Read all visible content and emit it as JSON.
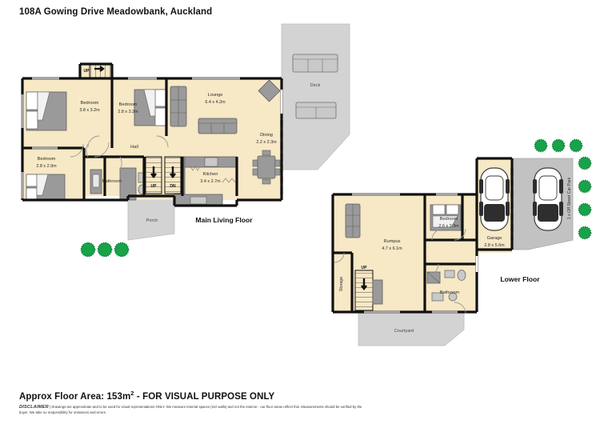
{
  "title": "108A Gowing Drive Meadowbank, Auckland",
  "footer": {
    "area_prefix": "Approx Floor Area: 153m",
    "area_sup": "2",
    "area_suffix": " - FOR VISUAL PURPOSE ONLY",
    "disclaimer_word": "DISCLAIMER",
    "disclaimer_text": "| Drawings are approximate and to be used for visual representations ONLY. We measure internal spaces (incl walls) and not the exterior - our floor areas reflect this. Measurements should be verified by the buyer. We take no responsibility for omissions and errors."
  },
  "floors": [
    {
      "id": "main",
      "title": "Main Living Floor"
    },
    {
      "id": "lower",
      "title": "Lower Floor"
    }
  ],
  "main_floor": {
    "rooms": [
      {
        "name": "Bedroom",
        "dim": "3.8 x 3.2m"
      },
      {
        "name": "Bedroom",
        "dim": "2.8 x 3.2m"
      },
      {
        "name": "Bedroom",
        "dim": "2.8 x 2.9m"
      },
      {
        "name": "Bathroom",
        "dim": ""
      },
      {
        "name": "Hall",
        "dim": ""
      },
      {
        "name": "Lounge",
        "dim": "6.4 x 4.2m"
      },
      {
        "name": "Dining",
        "dim": "2.2 x 2.3m"
      },
      {
        "name": "Kitchen",
        "dim": "3.4 x 2.7m"
      }
    ],
    "exterior": [
      {
        "name": "Deck"
      },
      {
        "name": "Porch"
      }
    ],
    "stairs": [
      {
        "label": "UP"
      },
      {
        "label": "UP"
      },
      {
        "label": "DN"
      }
    ]
  },
  "lower_floor": {
    "rooms": [
      {
        "name": "Rumpus",
        "dim": "4.7 x 6.1m"
      },
      {
        "name": "Bedroom",
        "dim": "2.6 x 2.3m"
      },
      {
        "name": "Bathroom",
        "dim": ""
      },
      {
        "name": "Storage",
        "dim": ""
      },
      {
        "name": "Garage",
        "dim": "2.8 x 5.6m"
      }
    ],
    "exterior": [
      {
        "name": "Courtyard"
      },
      {
        "name": "1 x Off Street Car Park"
      }
    ],
    "stairs": [
      {
        "label": "UP"
      }
    ]
  },
  "colors": {
    "floor_fill": "#F7E8C6",
    "wall": "#111111",
    "fixture_grey": "#9A9A9A",
    "fixture_light": "#C9C9C9",
    "exterior_grey": "#D3D3D3",
    "exterior_grey_dark": "#C2C2C2",
    "shrub_green": "#16A34A",
    "shrub_green_dark": "#0F7A36",
    "car_body": "#FFFFFF",
    "text": "#2A2A2A",
    "page_bg": "#FFFFFF"
  }
}
